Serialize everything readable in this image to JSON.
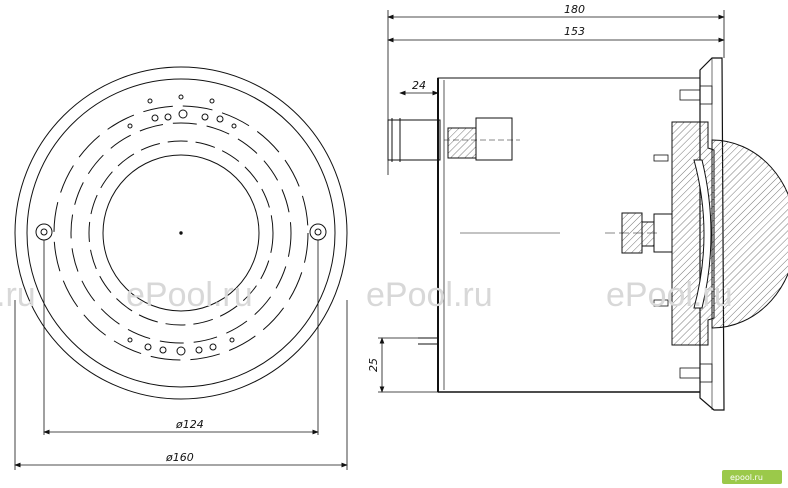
{
  "dimensions": {
    "overall_length": "180",
    "body_length": "153",
    "nozzle_offset": "24",
    "bottom_pipe_height": "25",
    "bolt_circle_diameter": "ø124",
    "flange_diameter": "ø160"
  },
  "watermarks": {
    "left_partial": ".ru",
    "middle_left": "ePool.ru",
    "middle_right": "ePool.ru",
    "right": "ePool.ru"
  },
  "logo": {
    "text": "epool.ru"
  },
  "colors": {
    "line": "#111111",
    "watermark": "#d8d8d8",
    "logo_bg": "#9bc94a",
    "hatch": "#555555"
  }
}
